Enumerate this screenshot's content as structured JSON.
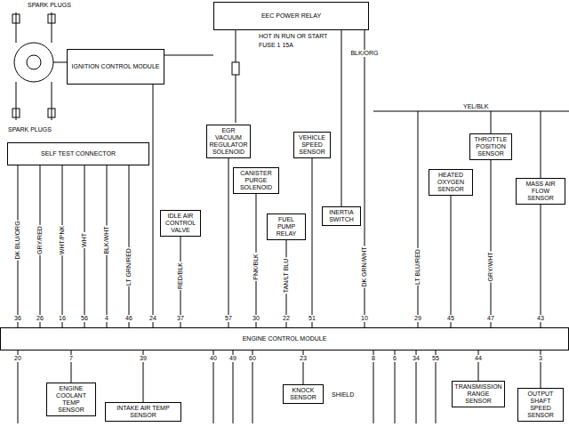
{
  "diagram": {
    "nodes": [
      {
        "text": [
          "IGNITION CONTROL MODULE"
        ]
      },
      {
        "text": [
          "EEC POWER RELAY"
        ]
      },
      {
        "text": [
          "SELF TEST CONNECTOR"
        ]
      },
      {
        "text": [
          "IDLE AIR CONTROL VALVE"
        ]
      },
      {
        "text": [
          "EGR VACUUM REGULATOR SOLENOID"
        ]
      },
      {
        "text": [
          "CANISTER PURGE SOLENOID"
        ]
      },
      {
        "text": [
          "VEHICLE SPEED SENSOR"
        ]
      },
      {
        "text": [
          "FUEL PUMP RELAY"
        ]
      },
      {
        "text": [
          "INERTIA SWITCH"
        ]
      },
      {
        "text": [
          "HEATED OXYGEN SENSOR"
        ]
      },
      {
        "text": [
          "THROTTLE POSITION SENSOR"
        ]
      },
      {
        "text": [
          "MASS AIR FLOW SENSOR"
        ]
      },
      {
        "text": [
          "ENGINE CONTROL MODULE"
        ]
      },
      {
        "text": [
          "ENGINE COOLANT TEMP SENSOR"
        ]
      },
      {
        "text": [
          "INTAKE AIR TEMP SENSOR"
        ]
      },
      {
        "text": [
          "KNOCK SENSOR"
        ]
      },
      {
        "text": [
          "TRANSMISSION RANGE SENSOR"
        ]
      },
      {
        "text": [
          "OUTPUT SHAFT SPEED SENSOR"
        ]
      }
    ],
    "edges": [
      {
        "from": 0,
        "to": 12,
        "arrow": "none"
      },
      {
        "from": 2,
        "to": 12,
        "arrow": "none"
      },
      {
        "from": 3,
        "to": 12,
        "arrow": "none"
      },
      {
        "from": 4,
        "to": 12,
        "arrow": "none"
      },
      {
        "from": 5,
        "to": 12,
        "arrow": "none"
      },
      {
        "from": 6,
        "to": 12,
        "arrow": "none"
      },
      {
        "from": 7,
        "to": 12,
        "arrow": "none"
      },
      {
        "from": 1,
        "to": 8,
        "arrow": "none"
      },
      {
        "from": 9,
        "to": 12,
        "arrow": "none"
      },
      {
        "from": 10,
        "to": 12,
        "arrow": "none"
      },
      {
        "from": 11,
        "to": 12,
        "arrow": "none"
      },
      {
        "from": 12,
        "to": 13,
        "arrow": "none"
      },
      {
        "from": 12,
        "to": 14,
        "arrow": "none"
      },
      {
        "from": 12,
        "to": 15,
        "arrow": "none"
      },
      {
        "from": 12,
        "to": 16,
        "arrow": "none"
      },
      {
        "from": 12,
        "to": 17,
        "arrow": "none"
      }
    ],
    "labels": [
      "SPARK PLUGS",
      "HOT IN RUN OR START",
      "FUSE 1 15A",
      "BLK/ORG",
      "YEL/BLK",
      "SPARK PLUGS",
      "DK BLU/ORG",
      "GRY/RED",
      "WHT/PNK",
      "WHT",
      "BLK/WHT",
      "LT GRN/RED",
      "RED/BLK",
      "PNK/BLK",
      "TAN/LT BLU",
      "DK GRN/WHT",
      "LT BLU/RED",
      "GRY/WHT",
      "SHIELD",
      "36",
      "26",
      "16",
      "56",
      "4",
      "46",
      "24",
      "37",
      "57",
      "30",
      "22",
      "51",
      "10",
      "29",
      "45",
      "47",
      "43",
      "20",
      "7",
      "39",
      "40",
      "49",
      "60",
      "23",
      "8",
      "6",
      "34",
      "55",
      "44",
      "3"
    ]
  }
}
